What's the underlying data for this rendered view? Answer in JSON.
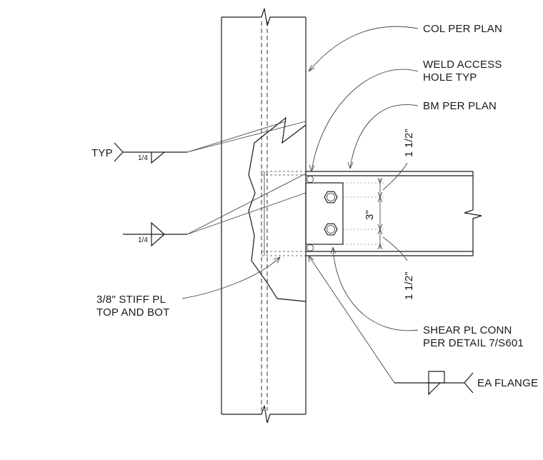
{
  "labels": {
    "col": "COL PER PLAN",
    "weld_access_1": "WELD ACCESS",
    "weld_access_2": "HOLE TYP",
    "beam": "BM PER PLAN",
    "typ": "TYP",
    "stiff_1": "3/8\" STIFF PL",
    "stiff_2": "TOP AND BOT",
    "shear_1": "SHEAR PL CONN",
    "shear_2": "PER DETAIL 7/S601",
    "ea_flange": "EA FLANGE"
  },
  "dimensions": {
    "top_edge": "1 1/2\"",
    "bolt_spacing": "3\"",
    "bottom_edge": "1 1/2\""
  },
  "weld_sizes": {
    "upper": "1/4",
    "lower": "1/4"
  }
}
